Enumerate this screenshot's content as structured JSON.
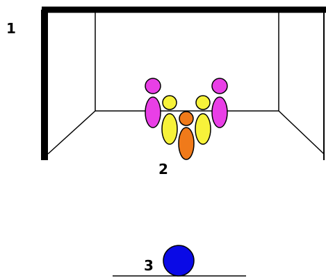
{
  "labels": {
    "frame": "1",
    "pins": "2",
    "ball": "3"
  },
  "colors": {
    "outline": "#000000",
    "background": "#ffffff",
    "pin_magenta": "#e93fe6",
    "pin_yellow": "#f7f23a",
    "pin_orange": "#f07a1a",
    "ball": "#0a0ae6"
  },
  "pins": [
    {
      "role": "back-left",
      "color": "pin_magenta"
    },
    {
      "role": "back-right",
      "color": "pin_magenta"
    },
    {
      "role": "middle-left",
      "color": "pin_yellow"
    },
    {
      "role": "middle-right",
      "color": "pin_yellow"
    },
    {
      "role": "head-pin",
      "color": "pin_orange"
    }
  ]
}
